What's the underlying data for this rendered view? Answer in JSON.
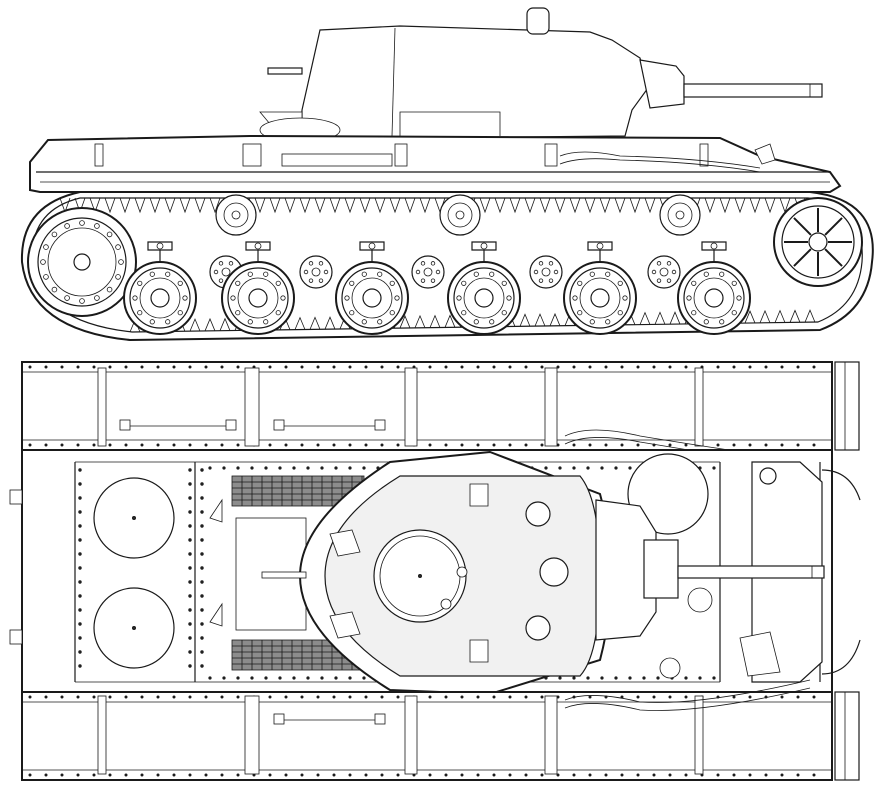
{
  "drawing": {
    "subject": "KV-1 heavy tank",
    "views": [
      "side-view",
      "top-view"
    ],
    "colors": {
      "line": "#1a1a1a",
      "paper": "#ffffff",
      "shade": "#f1f1f1",
      "grille": "#8c8c8c"
    },
    "side_view": {
      "road_wheels": 6,
      "return_rollers": 3,
      "small_rollers": 5,
      "suspension_mounts": 6
    },
    "top_view": {
      "hull_hatches": 4,
      "turret_hatches": 3,
      "engine_grilles": 2,
      "tow_cables": 2
    }
  }
}
